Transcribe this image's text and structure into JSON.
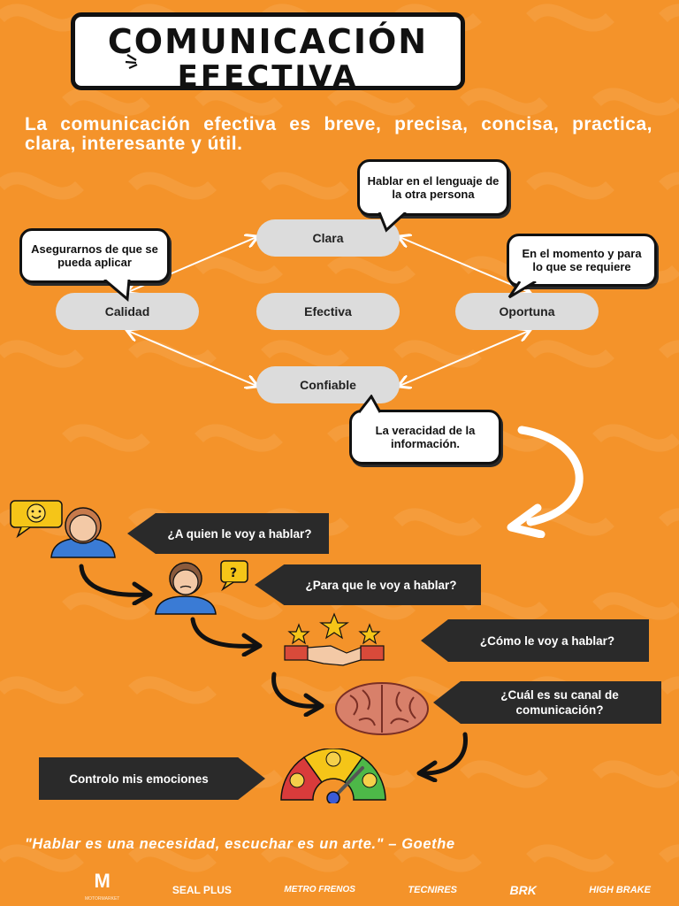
{
  "title": {
    "line1": "COMUNICACIÓN",
    "line2": "EFECTIVA"
  },
  "intro": "La comunicación efectiva es breve, precisa, concisa, practica, clara, interesante y útil.",
  "diagram": {
    "clara": "Clara",
    "calidad": "Calidad",
    "efectiva": "Efectiva",
    "oportuna": "Oportuna",
    "confiable": "Confiable"
  },
  "bubbles": {
    "clara": "Hablar en el lenguaje de la otra persona",
    "calidad": "Asegurarnos de que se pueda aplicar",
    "oportuna": "En el momento y para lo que se requiere",
    "confiable": "La veracidad de la información."
  },
  "steps": [
    "¿A quien le voy a hablar?",
    "¿Para que le voy a hablar?",
    "¿Cómo le voy a hablar?",
    "¿Cuál es su canal de comunicación?",
    "Controlo mis emociones"
  ],
  "quote": "\"Hablar es una necesidad, escuchar es un arte.\" – Goethe",
  "logos": [
    "M",
    "SEAL PLUS",
    "METRO FRENOS",
    "TECNIRES",
    "BRK",
    "HIGH BRAKE"
  ],
  "logos_sub": [
    "MOTORMARKET",
    "",
    "",
    "",
    "",
    ""
  ],
  "colors": {
    "background": "#f4932a",
    "tag": "#2a2a2a",
    "pill": "#dcdcdc"
  }
}
